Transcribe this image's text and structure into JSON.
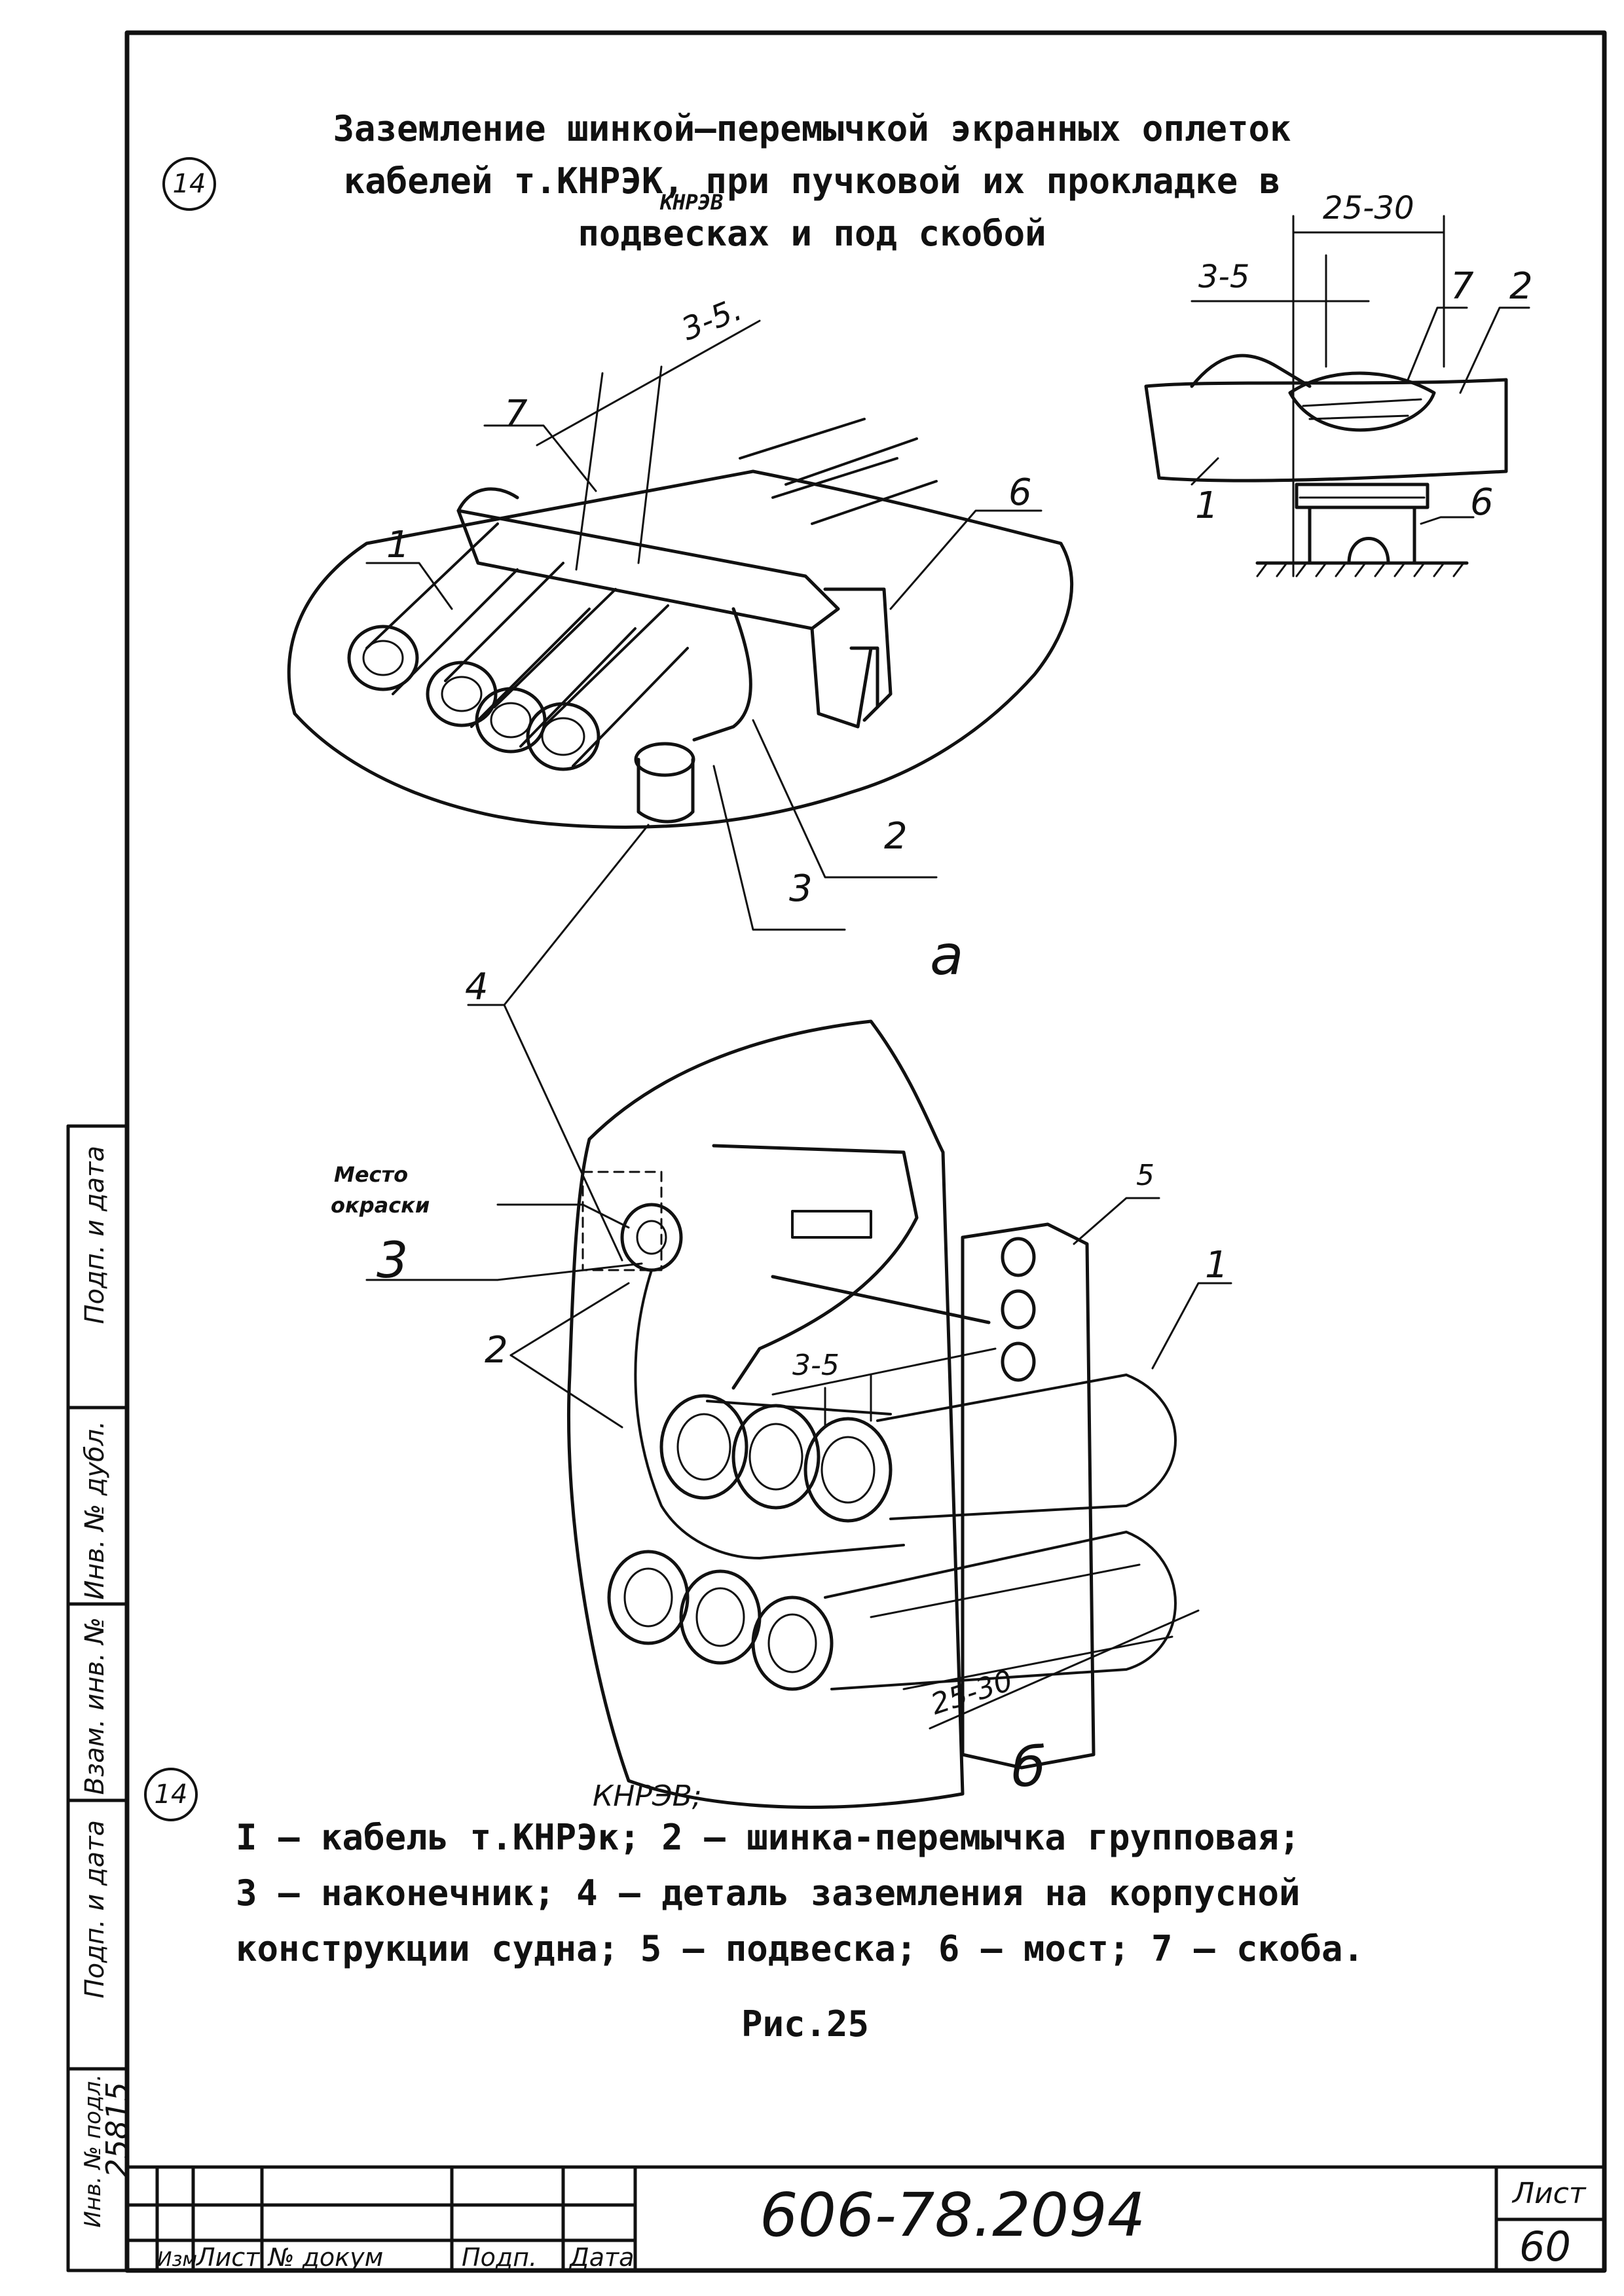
{
  "title": {
    "line1": "Заземление шинкой–перемычкой экранных оплеток",
    "line2": "кабелей т.КНРЭК, при пучковой их прокладке в",
    "line3": "подвесках и под скобой",
    "insert": "КНРЭВ"
  },
  "section_mark": "14",
  "dimensions": {
    "d25_30": "25-30",
    "d3_5": "3-5",
    "d3_5_dot": "3-5."
  },
  "fig_labels": {
    "a": "а",
    "b": "б",
    "paint_site_1": "Место",
    "paint_site_2": "окраски"
  },
  "callouts": [
    "1",
    "2",
    "3",
    "4",
    "5",
    "6",
    "7"
  ],
  "caption": {
    "insert": "КНРЭВ;",
    "line1": "I – кабель т.КНРЭк; 2 – шинка-перемычка групповая;",
    "line2": "3 – наконечник; 4 – деталь заземления на корпусной",
    "line3": "конструкции судна; 5 – подвеска; 6 – мост; 7 – скоба."
  },
  "figure_number": "Рис.25",
  "side_stamp": {
    "podp_data_top": "Подп. и дата",
    "inv_dubl": "Инв. № дубл.",
    "vzam_inv": "Взам. инв. №",
    "podp_data": "Подп. и дата",
    "inv_podl": "Инв. № подл.",
    "inv_number": "25815"
  },
  "title_block": {
    "document_code": "606-78.2094",
    "sheet_label": "Лист",
    "sheet_number": "60",
    "col_izm": "Изм",
    "col_list": "Лист",
    "col_doc": "№ докум",
    "col_sign": "Подп.",
    "col_date": "Дата"
  }
}
